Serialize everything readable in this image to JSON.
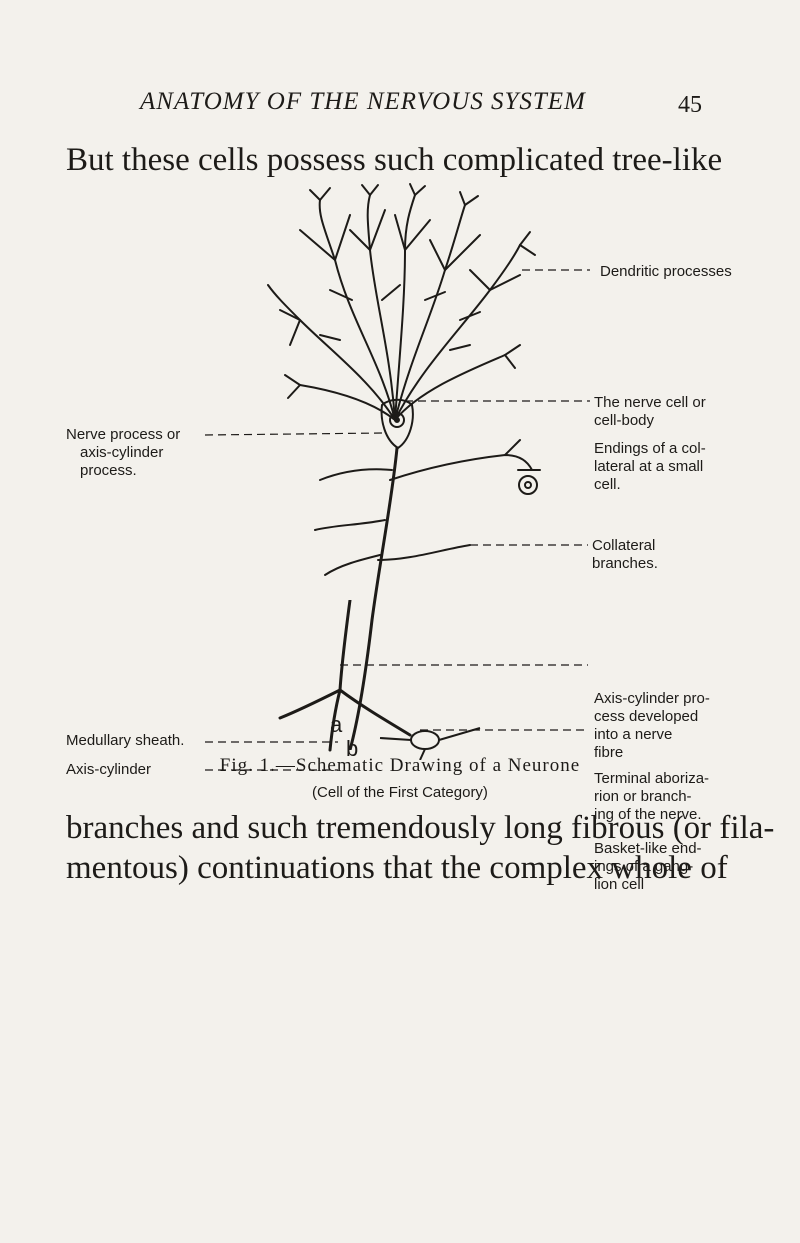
{
  "header": {
    "running_head": "ANATOMY OF THE NERVOUS SYSTEM",
    "page_number": "45"
  },
  "body": {
    "line_1": "But these cells possess such complicated tree-like",
    "line_2": "branches and such tremendously long fibrous (or fila-",
    "line_3": "mentous) continuations that the complex whole of"
  },
  "figure": {
    "labels_right": {
      "dendritic": "Dendritic processes",
      "cell_body_1": "The nerve cell or",
      "cell_body_2": "cell-body",
      "endings_1": "Endings of a col-",
      "endings_2": "lateral at a small",
      "endings_3": "cell.",
      "collateral_1": "Collateral",
      "collateral_2": "branches.",
      "axis_dev_1": "Axis-cylinder pro-",
      "axis_dev_2": "cess developed",
      "axis_dev_3": "into a nerve",
      "axis_dev_4": "fibre",
      "terminal_1": "Terminal aboriza-",
      "terminal_2": "rion or branch-",
      "terminal_3": "ing of the nerve.",
      "basket_1": "Basket-like end-",
      "basket_2": "ings of a gang-",
      "basket_3": "lion cell"
    },
    "labels_left": {
      "nerve_process_1": "Nerve process or",
      "nerve_process_2": "axis-cylinder",
      "nerve_process_3": "process.",
      "medullary": "Medullary sheath.",
      "axis_cylinder": "Axis-cylinder"
    },
    "letters": {
      "a": "a",
      "b": "b"
    },
    "caption": "Fig. 1.—Schematic Drawing of a Neurone",
    "caption_sub": "(Cell of the First Category)"
  }
}
